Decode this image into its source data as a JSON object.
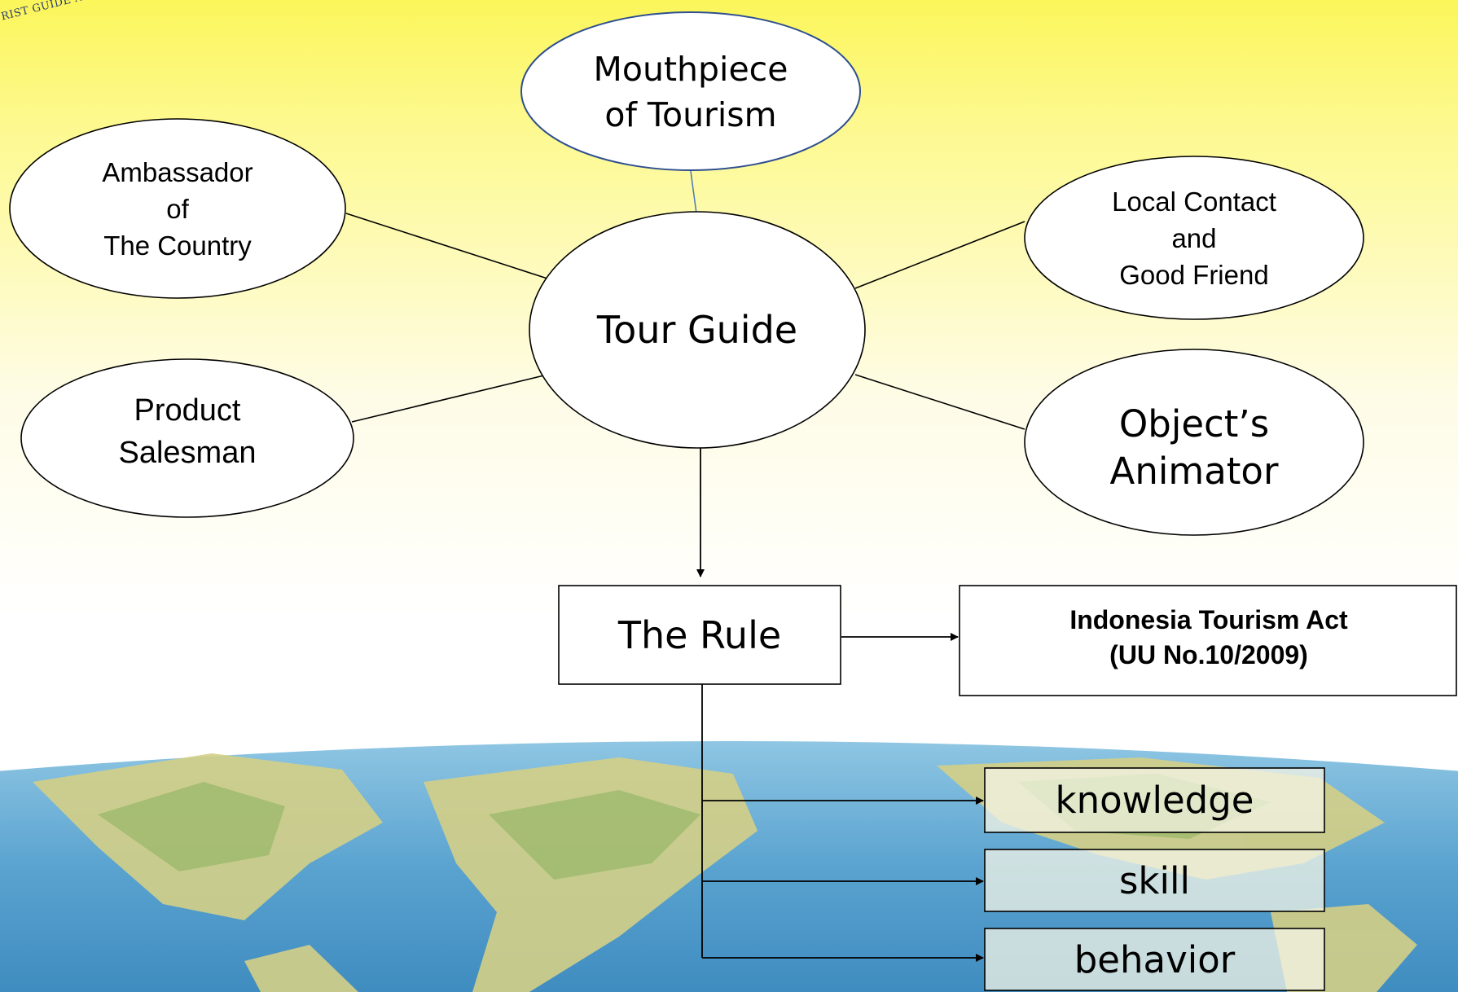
{
  "logo": {
    "partial_text": "RIST GUIDE ASSOC"
  },
  "diagram": {
    "center": "Tour Guide",
    "roles": {
      "mouthpiece": "Mouthpiece\nof Tourism",
      "ambassador": "Ambassador\nof\nThe Country",
      "local_contact": "Local Contact\nand\nGood Friend",
      "product_salesman": "Product\nSalesman",
      "object_animator": "Object’s\nAnimator"
    },
    "rule": "The Rule",
    "act": "Indonesia Tourism Act\n(UU No.10/2009)",
    "competencies": [
      "knowledge",
      "skill",
      "behavior"
    ]
  },
  "colors": {
    "mouthpiece_outline": "#2f4f8f",
    "outline": "#000000",
    "earth_ocean": "#5aa9d6",
    "earth_land": "#c9c27a"
  }
}
